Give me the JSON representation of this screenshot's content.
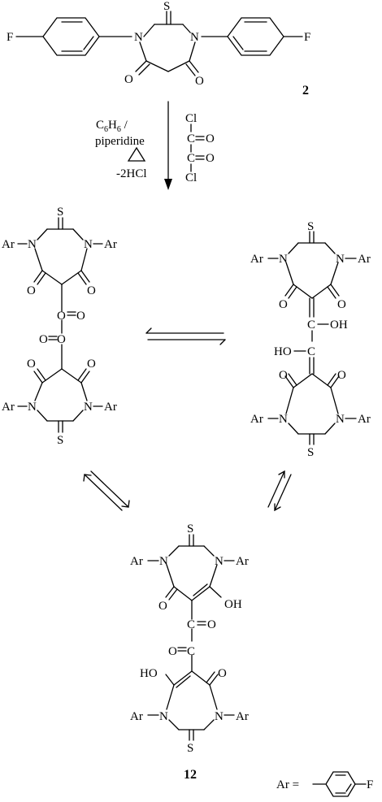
{
  "compound_2": {
    "label": "2",
    "thione_S": "S",
    "halogen_left": "F",
    "halogen_right": "F",
    "ring_N_left": "N",
    "ring_N_right": "N",
    "carbonyl_O_left": "O",
    "carbonyl_O_right": "O"
  },
  "reaction_1": {
    "solvent": "C",
    "solvent_sub1": "6",
    "solvent_H": "H",
    "solvent_sub2": "6",
    "solvent_slash": "/",
    "base": "piperidine",
    "byproduct": "-2HCl",
    "reagent": {
      "cl_top": "Cl",
      "c_upper": "C",
      "o_upper": "O",
      "c_lower": "C",
      "o_lower": "O",
      "cl_bottom": "Cl"
    }
  },
  "tautomers": {
    "diketo": {
      "ar": "Ar",
      "n": "N",
      "s": "S",
      "o": "O"
    },
    "enediol": {
      "ar": "Ar",
      "n": "N",
      "s": "S",
      "o": "O",
      "c": "C",
      "oh_right": "OH",
      "ho_left": "HO"
    }
  },
  "compound_12": {
    "label": "12",
    "ar": "Ar",
    "n": "N",
    "s": "S",
    "o": "O",
    "c": "C",
    "oh": "OH",
    "ho": "HO"
  },
  "legend": {
    "ar_equals": "Ar =",
    "halogen": "F"
  }
}
